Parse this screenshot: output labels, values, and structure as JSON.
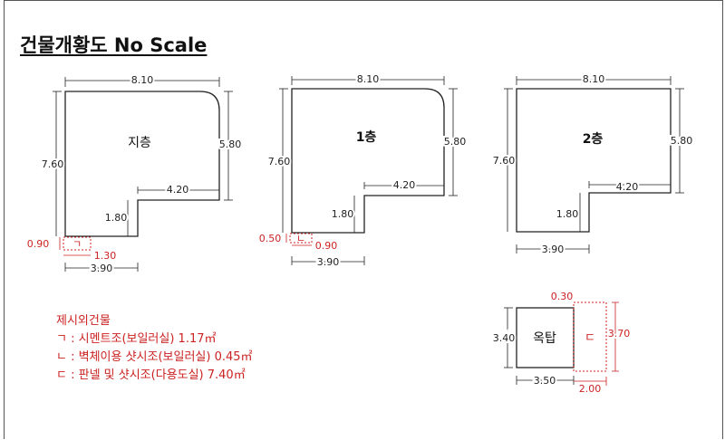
{
  "title": "건물개황도   No Scale",
  "plans": [
    {
      "label": "지층",
      "width": "8.10",
      "height": "7.60",
      "right": "5.80",
      "step": "4.20",
      "notch": "1.80",
      "bottom": "3.90",
      "annex_left": "0.90",
      "annex_width": "1.30",
      "annex_mark": "ㄱ"
    },
    {
      "label": "1층",
      "width": "8.10",
      "height": "7.60",
      "right": "5.80",
      "step": "4.20",
      "notch": "1.80",
      "bottom": "3.90",
      "annex_left": "0.50",
      "annex_width": "0.90",
      "annex_mark": "ㄴ"
    },
    {
      "label": "2층",
      "width": "8.10",
      "height": "7.60",
      "right": "5.80",
      "step": "4.20",
      "notch": "1.80",
      "bottom": "3.90"
    }
  ],
  "rooftop": {
    "label": "옥탑",
    "height": "3.40",
    "width": "3.50",
    "annex_mark": "ㄷ",
    "annex_top": "0.30",
    "annex_height": "3.70",
    "annex_width": "2.00"
  },
  "legend": {
    "header": "제시외건물",
    "items": [
      "ㄱ : 시멘트조(보일러실) 1.17㎡",
      "ㄴ : 벽체이용 샷시조(보일러실) 0.45㎡",
      "ㄷ : 판넬 및 샷시조(다용도실) 7.40㎡"
    ]
  },
  "colors": {
    "line": "#222222",
    "annex": "#cc2222"
  }
}
